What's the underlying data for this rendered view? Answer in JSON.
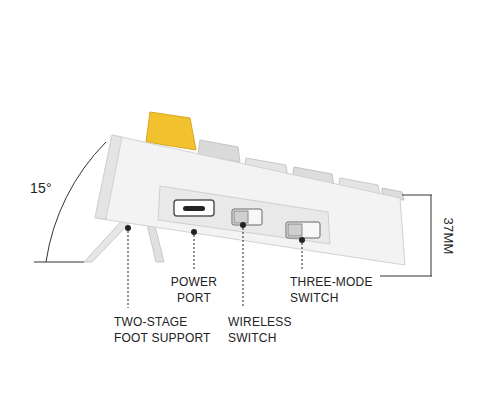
{
  "diagram": {
    "labels": [
      "15°",
      "37MM",
      "POWER PORT",
      "WIRELESS SWITCH",
      "THREE-MODE SWITCH",
      "TWO-STAGE FOOT SUPPORT"
    ]
  }
}
